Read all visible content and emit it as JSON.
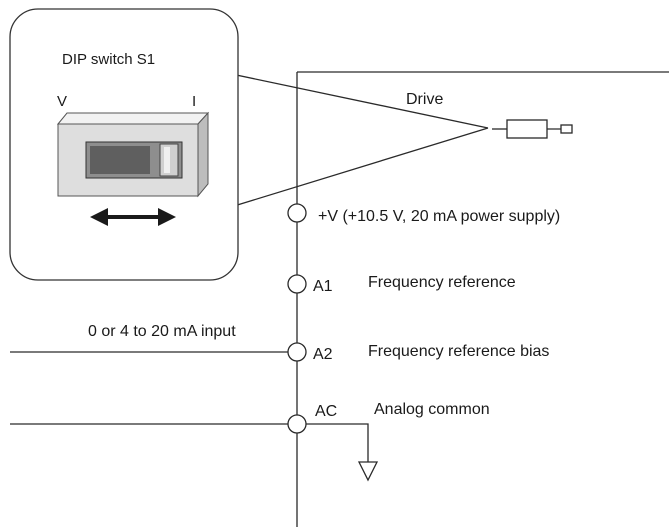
{
  "callout": {
    "title": "DIP switch S1",
    "left_label": "V",
    "right_label": "I"
  },
  "drive_label": "Drive",
  "terminals": [
    {
      "id": "plus-v",
      "name": "",
      "description": "+V (+10.5 V, 20 mA power supply)"
    },
    {
      "id": "a1",
      "name": "A1",
      "description": "Frequency reference"
    },
    {
      "id": "a2",
      "name": "A2",
      "description": "Frequency reference bias"
    },
    {
      "id": "ac",
      "name": "AC",
      "description": "Analog common"
    }
  ],
  "input_label": "0 or 4 to 20 mA input",
  "icons": {
    "switch": "dip-switch-icon",
    "arrow": "double-arrow-icon",
    "resistor": "resistor-icon",
    "ground": "ground-icon"
  }
}
